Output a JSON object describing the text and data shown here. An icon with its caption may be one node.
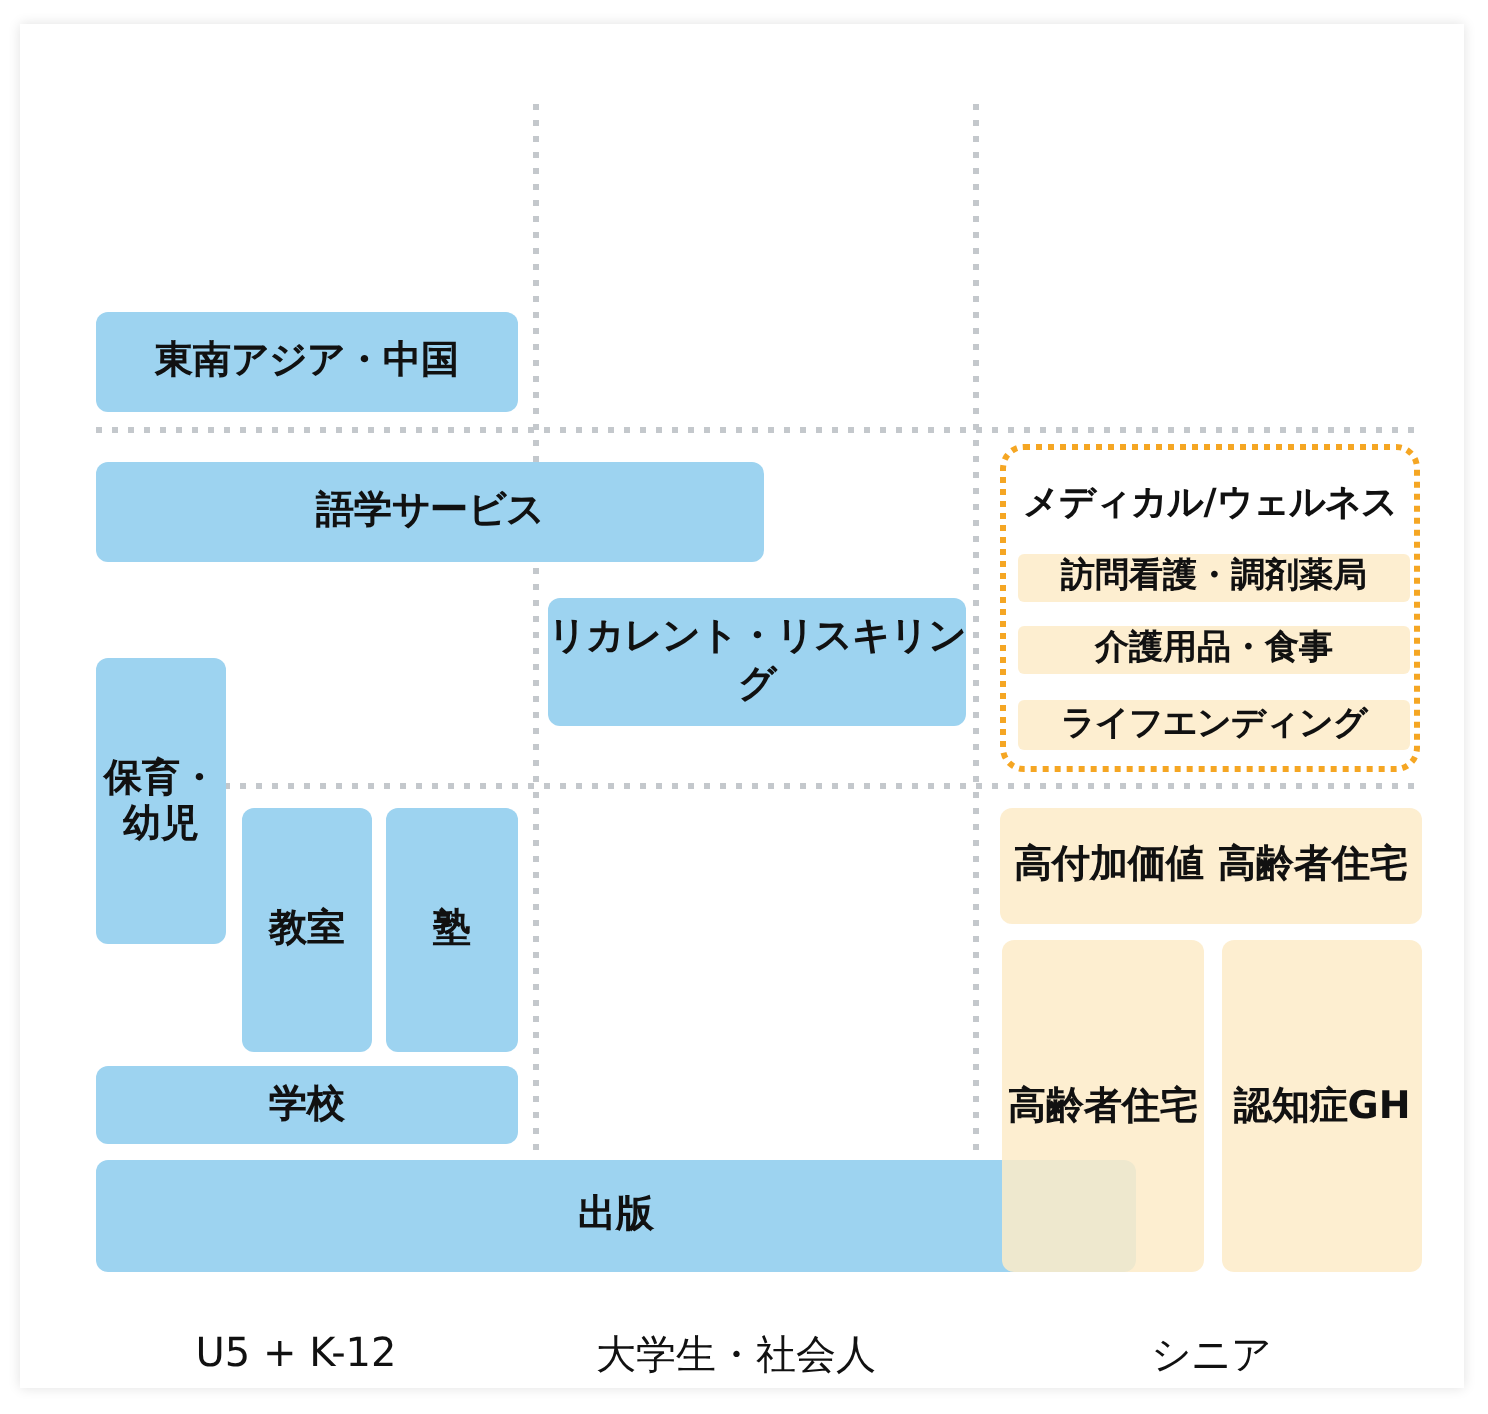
{
  "diagram": {
    "nodes": [
      {
        "text": [
          "東南アジア・中国"
        ]
      },
      {
        "text": [
          "語学サービス"
        ]
      },
      {
        "text": [
          "リカレント・リスキリング"
        ]
      },
      {
        "text": [
          "保育・幼児"
        ]
      },
      {
        "text": [
          "教室"
        ]
      },
      {
        "text": [
          "塾"
        ]
      },
      {
        "text": [
          "学校"
        ]
      },
      {
        "text": [
          "出版"
        ]
      },
      {
        "text": [
          "メディカル/ウェルネス"
        ]
      },
      {
        "text": [
          "訪問看護・調剤薬局"
        ],
        "in": 8
      },
      {
        "text": [
          "介護用品・食事"
        ],
        "in": 8
      },
      {
        "text": [
          "ライフエンディング"
        ],
        "in": 8
      },
      {
        "text": [
          "高付加価値 高齢者住宅"
        ]
      },
      {
        "text": [
          "高齢者住宅"
        ]
      },
      {
        "text": [
          "認知症GH"
        ]
      }
    ],
    "edges": [],
    "labels": [
      "U5 + K-12",
      "大学生・社会人",
      "シニア"
    ]
  }
}
